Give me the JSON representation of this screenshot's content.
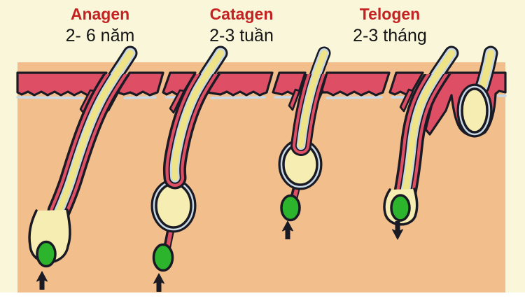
{
  "header": {
    "phases": [
      {
        "name": "Anagen",
        "duration": "2- 6 năm"
      },
      {
        "name": "Catagen",
        "duration": "2-3 tuần"
      },
      {
        "name": "Telogen",
        "duration": "2-3 tháng"
      }
    ]
  },
  "diagram": {
    "description": "Hair growth cycle cross-section: four follicle stages in skin",
    "stages": [
      "anagen",
      "catagen",
      "early-telogen",
      "telogen-with-new-anagen"
    ],
    "arrow_directions": [
      "up",
      "up",
      "up",
      "down"
    ]
  },
  "colors": {
    "background_cream": "#FAF6DA",
    "background_bottom": "#FFFFFF",
    "skin_peach": "#F2BE8C",
    "epidermis_red": "#DE4F66",
    "hair_shaft_yellow": "#EFE387",
    "bulb_cream": "#F6EDB2",
    "inner_sheath_blue": "#C7D8E6",
    "papilla_green": "#2CB42C",
    "outline_black": "#1A1A24",
    "title_red": "#C42222",
    "text_black": "#141414"
  }
}
